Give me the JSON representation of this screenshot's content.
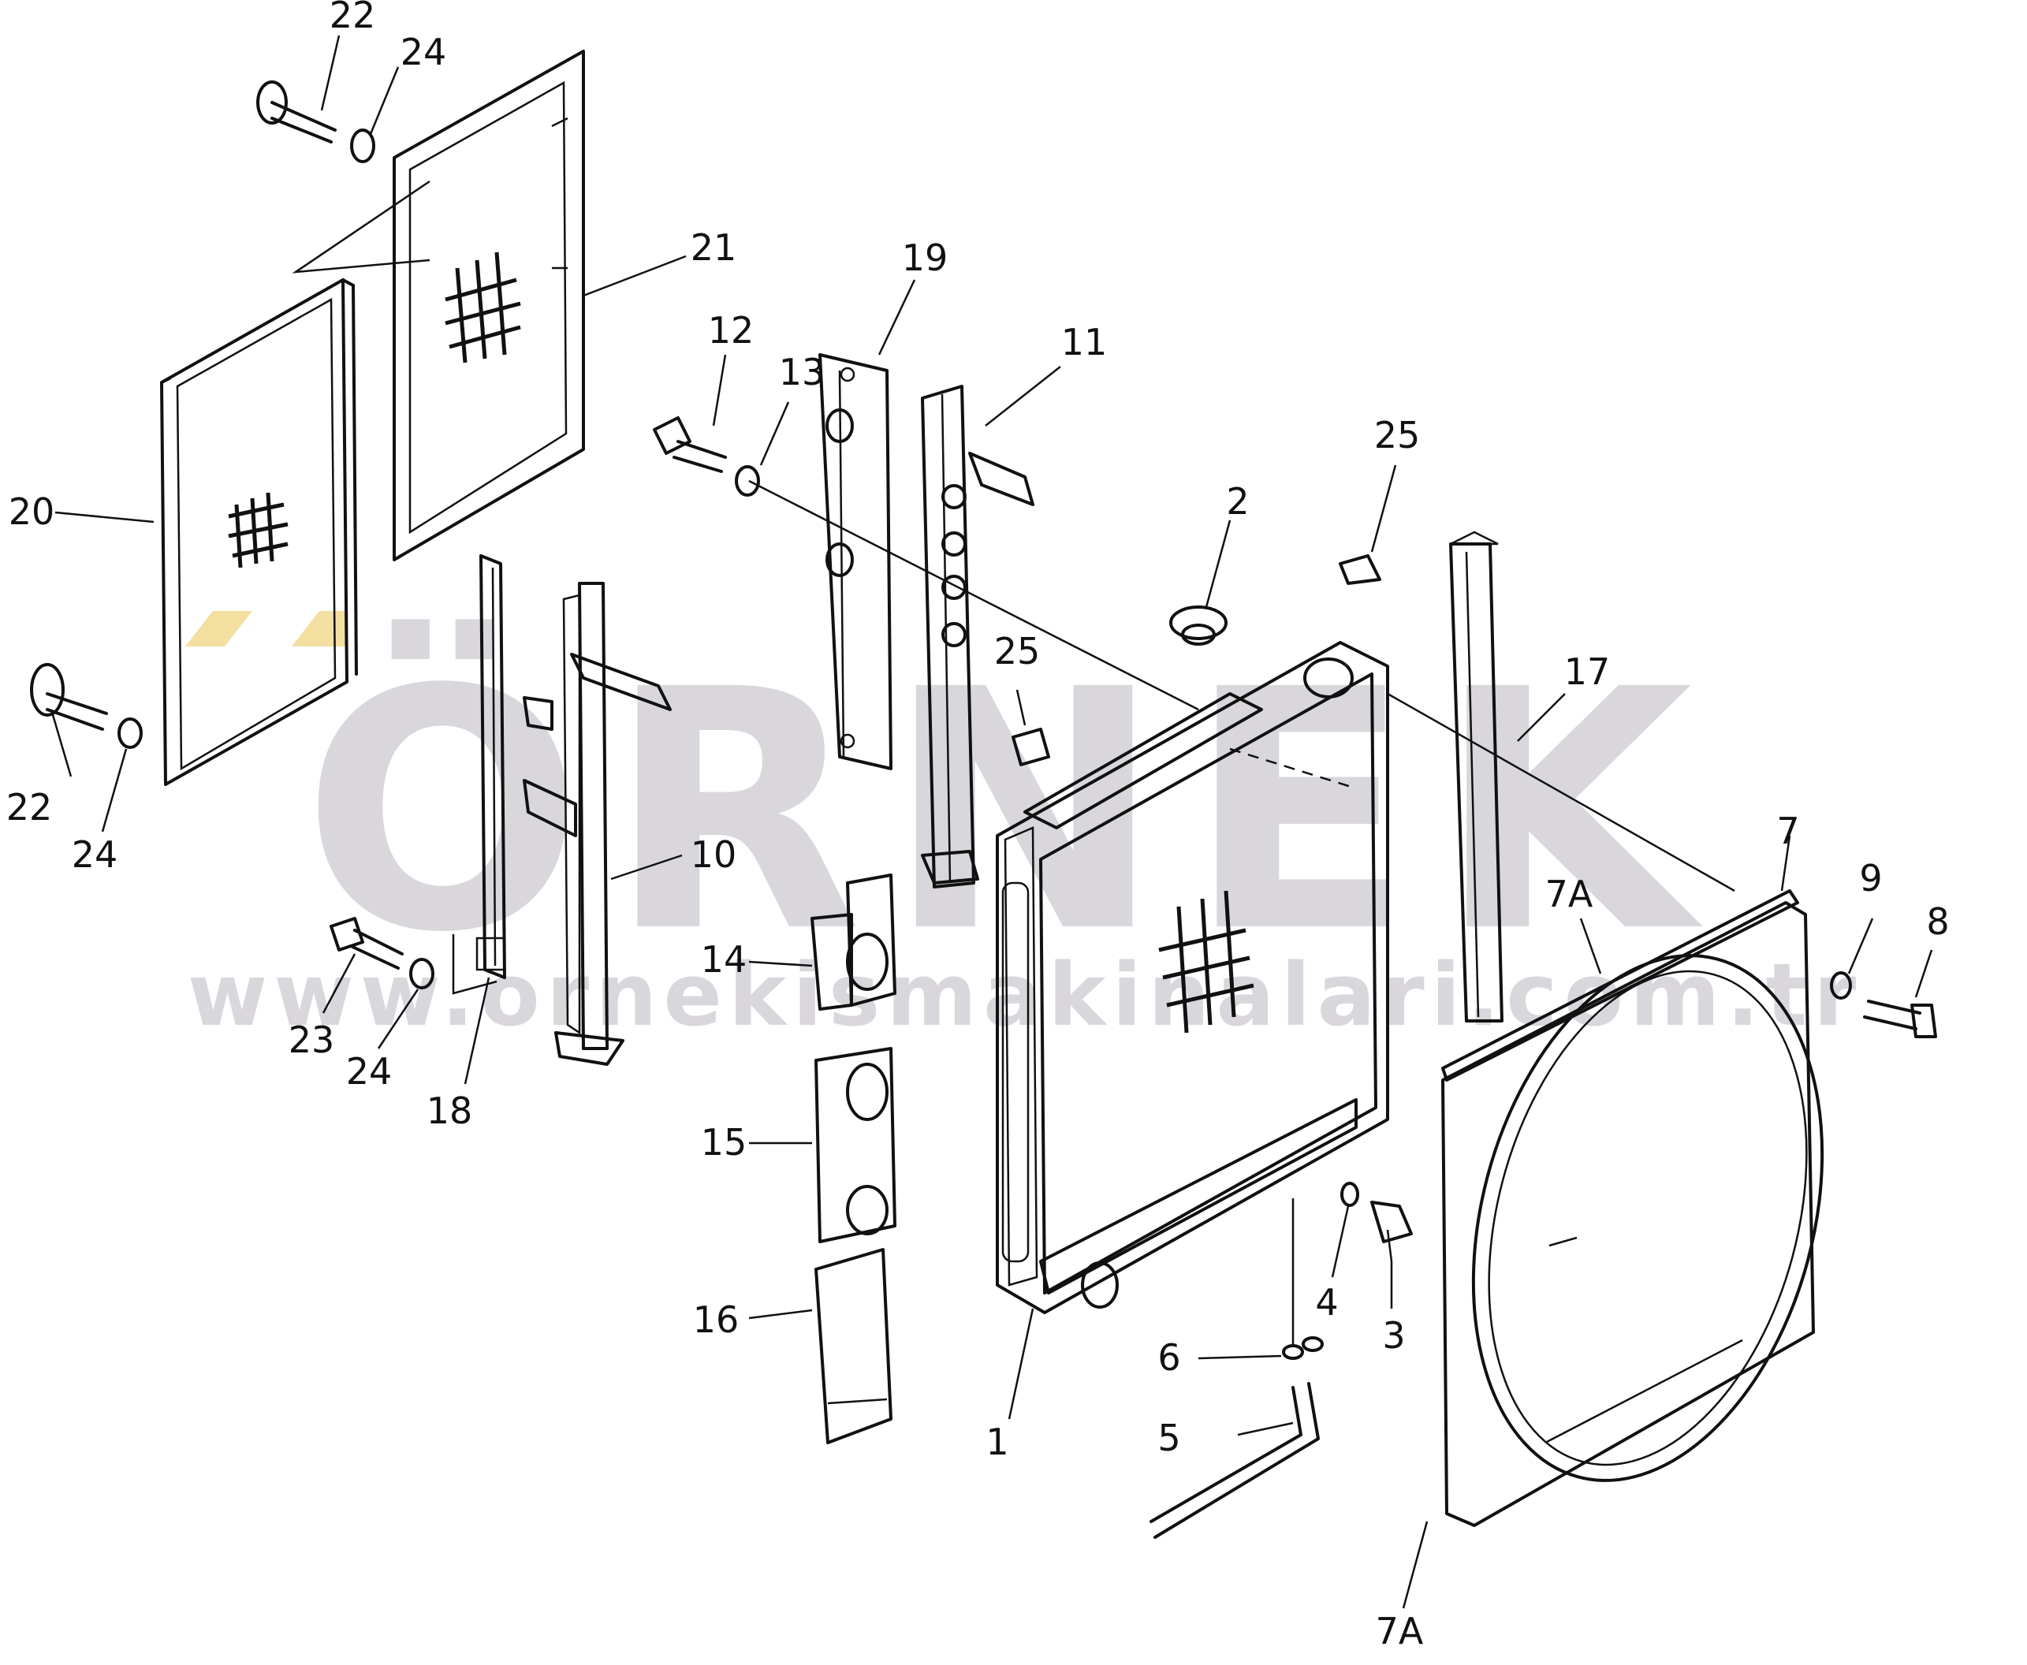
{
  "watermark": {
    "brand": "ÖRNEK",
    "url": "www.ornekismakinalari.com.tr",
    "brand_color": "#d9d7dc",
    "accent_color": "#f3dfa0"
  },
  "callouts": [
    {
      "id": "1",
      "text": "1"
    },
    {
      "id": "2",
      "text": "2"
    },
    {
      "id": "3",
      "text": "3"
    },
    {
      "id": "4",
      "text": "4"
    },
    {
      "id": "5",
      "text": "5"
    },
    {
      "id": "6",
      "text": "6"
    },
    {
      "id": "7",
      "text": "7"
    },
    {
      "id": "7a-top",
      "text": "7A"
    },
    {
      "id": "7a-bottom",
      "text": "7A"
    },
    {
      "id": "8",
      "text": "8"
    },
    {
      "id": "9",
      "text": "9"
    },
    {
      "id": "10",
      "text": "10"
    },
    {
      "id": "11",
      "text": "11"
    },
    {
      "id": "12",
      "text": "12"
    },
    {
      "id": "13",
      "text": "13"
    },
    {
      "id": "14",
      "text": "14"
    },
    {
      "id": "15",
      "text": "15"
    },
    {
      "id": "16",
      "text": "16"
    },
    {
      "id": "17",
      "text": "17"
    },
    {
      "id": "18",
      "text": "18"
    },
    {
      "id": "19",
      "text": "19"
    },
    {
      "id": "20",
      "text": "20"
    },
    {
      "id": "21",
      "text": "21"
    },
    {
      "id": "22-top",
      "text": "22"
    },
    {
      "id": "22-left",
      "text": "22"
    },
    {
      "id": "23",
      "text": "23"
    },
    {
      "id": "24-top",
      "text": "24"
    },
    {
      "id": "24-left",
      "text": "24"
    },
    {
      "id": "24-bottom",
      "text": "24"
    },
    {
      "id": "25-right",
      "text": "25"
    },
    {
      "id": "25-left",
      "text": "25"
    }
  ]
}
